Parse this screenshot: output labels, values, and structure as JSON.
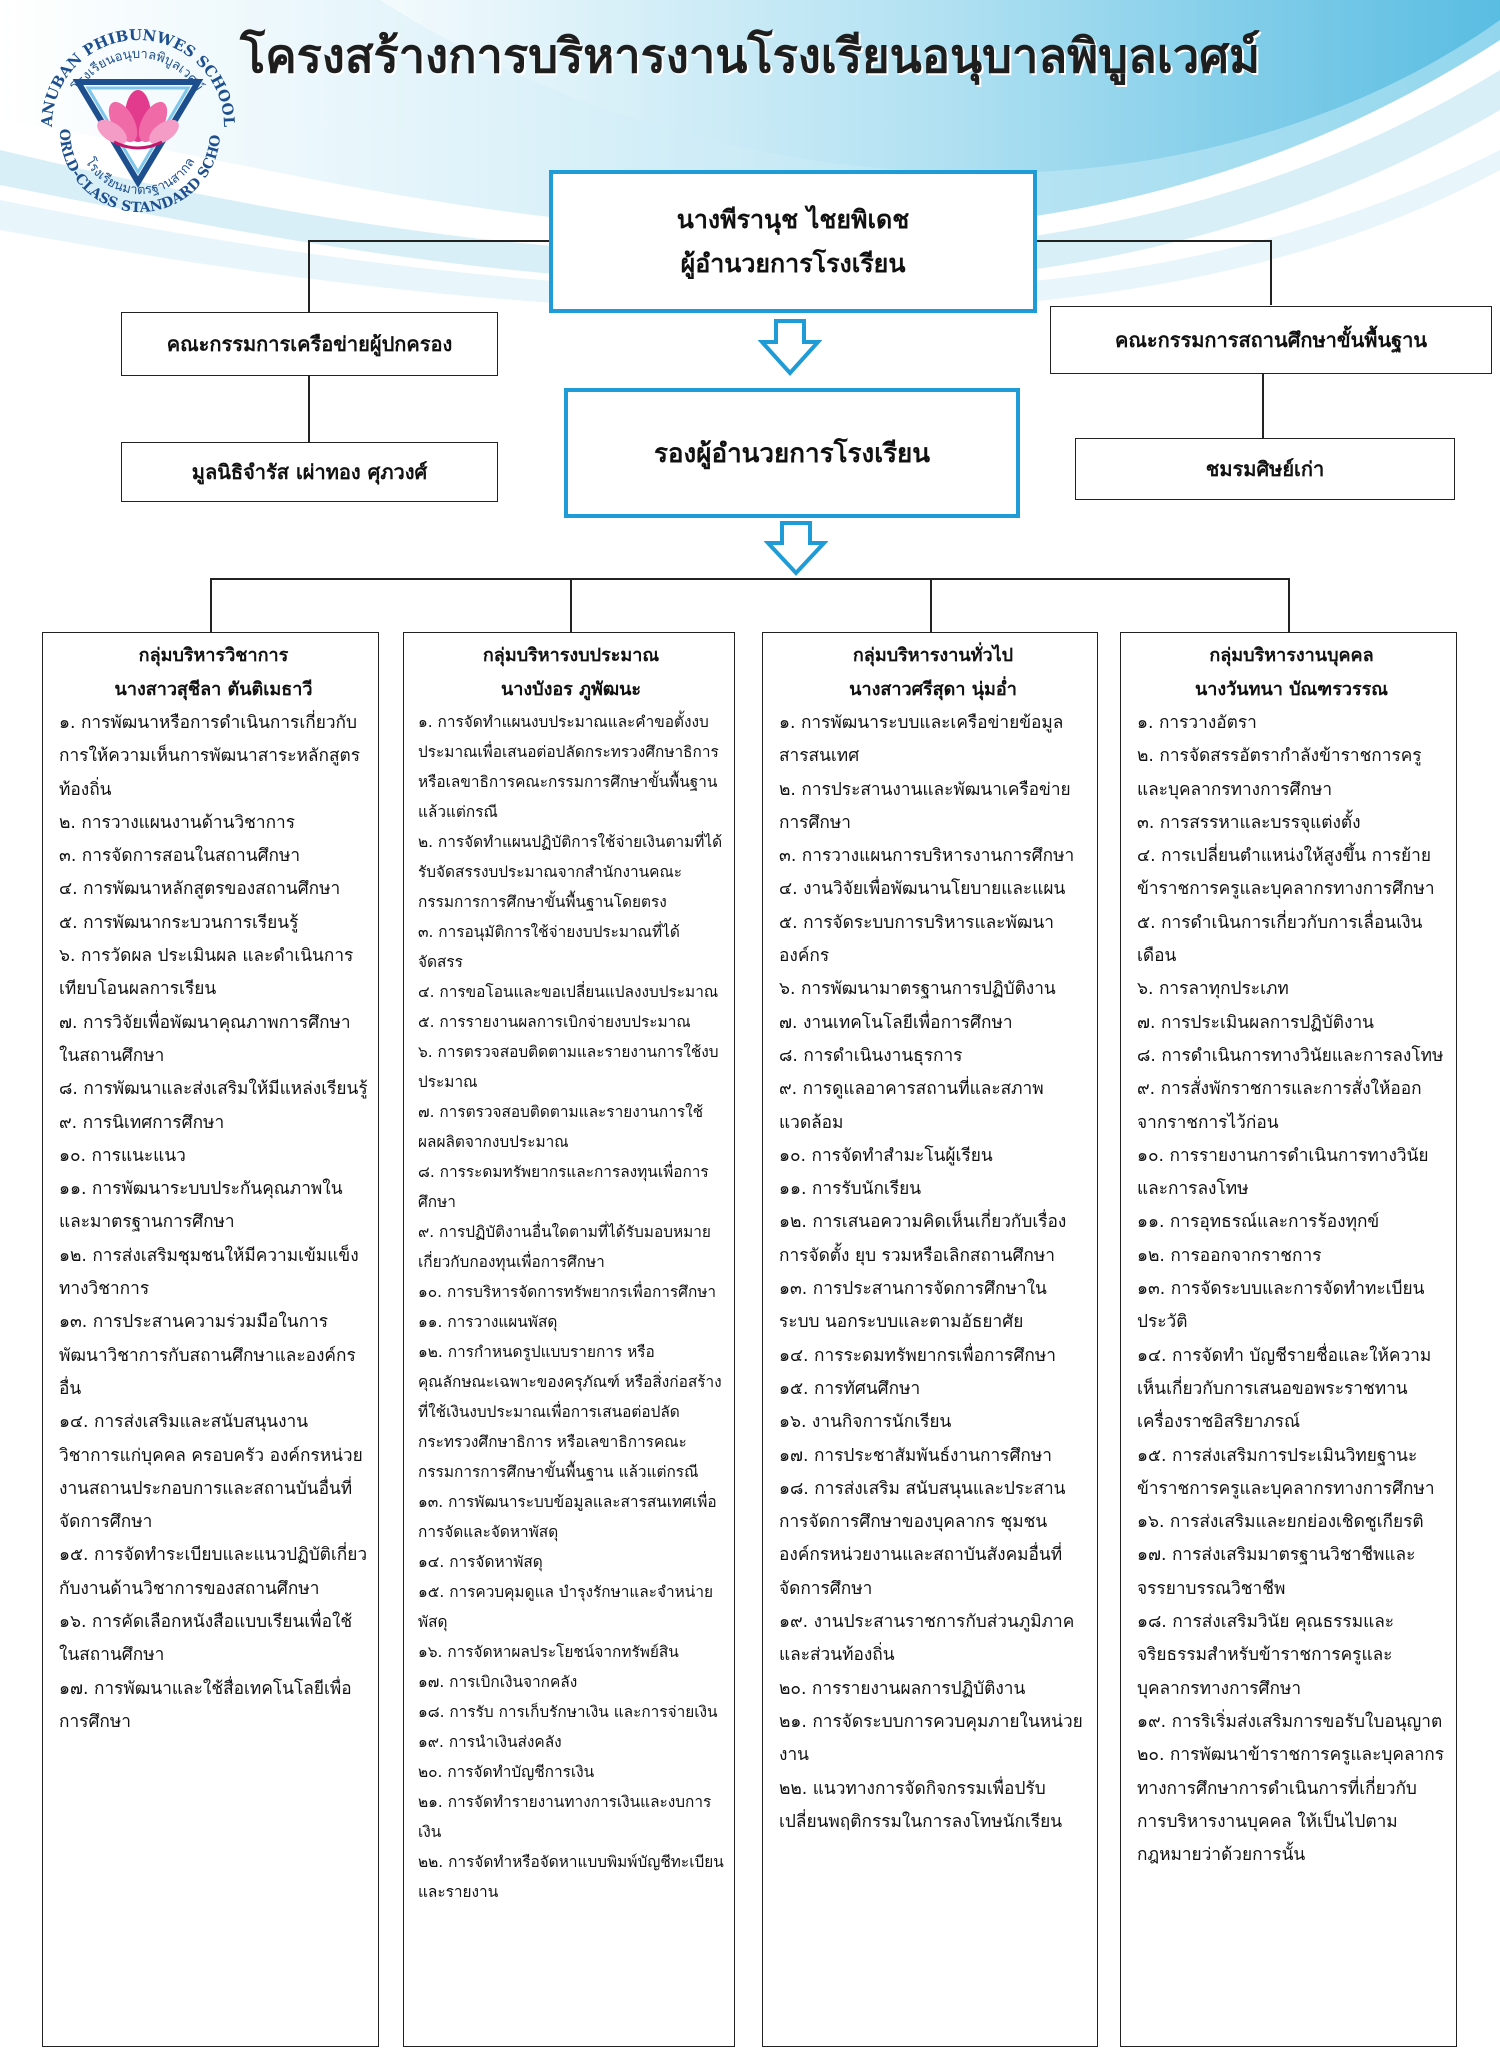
{
  "title": "โครงสร้างการบริหารงานโรงเรียนอนุบาลพิบูลเวศม์",
  "logo": {
    "top_text": "ANUBAN PHIBUNWES SCHOOL",
    "top_thai": "โรงเรียนอนุบาลพิบูลเวศม์",
    "bottom_thai": "โรงเรียนมาตรฐานสากล",
    "bottom_text": "WORLD-CLASS STANDARD SCHOOL"
  },
  "director": {
    "name": "นางพีรานุช  ไชยพิเดช",
    "position": "ผู้อำนวยการโรงเรียน"
  },
  "deputy": {
    "position": "รองผู้อำนวยการโรงเรียน"
  },
  "left_boxes": [
    "คณะกรรมการเครือข่ายผู้ปกครอง",
    "มูลนิธิจำรัส เผ่าทอง ศุภวงศ์"
  ],
  "right_boxes": [
    "คณะกรรมการสถานศึกษาขั้นพื้นฐาน",
    "ชมรมศิษย์เก่า"
  ],
  "groups": [
    {
      "title": "กลุ่มบริหารวิชาการ",
      "head": "นางสาวสุชีลา ตันติเมธาวี",
      "items": [
        "๑. การพัฒนาหรือการดำเนินการเกี่ยวกับการให้ความเห็นการพัฒนาสาระหลักสูตรท้องถิ่น",
        "๒. การวางแผนงานด้านวิชาการ",
        "๓. การจัดการสอนในสถานศึกษา",
        "๔. การพัฒนาหลักสูตรของสถานศึกษา",
        "๕. การพัฒนากระบวนการเรียนรู้",
        "๖. การวัดผล ประเมินผล และดำเนินการเทียบโอนผลการเรียน",
        "๗. การวิจัยเพื่อพัฒนาคุณภาพการศึกษาในสถานศึกษา",
        "๘. การพัฒนาและส่งเสริมให้มีแหล่งเรียนรู้",
        "๙. การนิเทศการศึกษา",
        "๑๐. การแนะแนว",
        "๑๑. การพัฒนาระบบประกันคุณภาพในและมาตรฐานการศึกษา",
        "๑๒. การส่งเสริมชุมชนให้มีความเข้มแข็งทางวิชาการ",
        "๑๓. การประสานความร่วมมือในการพัฒนาวิชาการกับสถานศึกษาและองค์กรอื่น",
        "๑๔. การส่งเสริมและสนับสนุนงานวิชาการแก่บุคคล ครอบครัว องค์กรหน่วยงานสถานประกอบการและสถานบันอื่นที่จัดการศึกษา",
        "๑๕. การจัดทำระเบียบและแนวปฏิบัติเกี่ยวกับงานด้านวิชาการของสถานศึกษา",
        "๑๖. การคัดเลือกหนังสือแบบเรียนเพื่อใช้ในสถานศึกษา",
        "๑๗. การพัฒนาและใช้สื่อเทคโนโลยีเพื่อการศึกษา"
      ]
    },
    {
      "title": "กลุ่มบริหารงบประมาณ",
      "head": "นางบังอร ภูพัฒนะ",
      "items": [
        "๑. การจัดทำแผนงบประมาณและคำขอตั้งงบประมาณเพื่อเสนอต่อปลัดกระทรวงศึกษาธิการ หรือเลขาธิการคณะกรรมการศึกษาขั้นพื้นฐานแล้วแต่กรณี",
        "๒. การจัดทำแผนปฏิบัติการใช้จ่ายเงินตามที่ได้รับจัดสรรงบประมาณจากสำนักงานคณะกรรมการการศึกษาขั้นพื้นฐานโดยตรง",
        "๓. การอนุมัติการใช้จ่ายงบประมาณที่ได้จัดสรร",
        "๔. การขอโอนและขอเปลี่ยนแปลงงบประมาณ",
        "๕. การรายงานผลการเบิกจ่ายงบประมาณ",
        "๖. การตรวจสอบติดตามและรายงานการใช้งบประมาณ",
        "๗. การตรวจสอบติดตามและรายงานการใช้ผลผลิตจากงบประมาณ",
        "๘. การระดมทรัพยากรและการลงทุนเพื่อการศึกษา",
        "๙. การปฏิบัติงานอื่นใดตามที่ได้รับมอบหมายเกี่ยวกับกองทุนเพื่อการศึกษา",
        "๑๐. การบริหารจัดการทรัพยากรเพื่อการศึกษา",
        "๑๑. การวางแผนพัสดุ",
        "๑๒. การกำหนดรูปแบบรายการ หรือคุณลักษณะเฉพาะของครุภัณฑ์ หรือสิ่งก่อสร้างที่ใช้เงินงบประมาณเพื่อการเสนอต่อปลัดกระทรวงศึกษาธิการ หรือเลขาธิการคณะกรรมการการศึกษาขั้นพื้นฐาน แล้วแต่กรณี",
        "๑๓. การพัฒนาระบบข้อมูลและสารสนเทศเพื่อการจัดและจัดหาพัสดุ",
        "๑๔. การจัดหาพัสดุ",
        "๑๕. การควบคุมดูแล บำรุงรักษาและจำหน่ายพัสดุ",
        "๑๖. การจัดหาผลประโยชน์จากทรัพย์สิน",
        "๑๗. การเบิกเงินจากคลัง",
        "๑๘. การรับ การเก็บรักษาเงิน และการจ่ายเงิน",
        "๑๙. การนำเงินส่งคลัง",
        "๒๐. การจัดทำบัญชีการเงิน",
        "๒๑. การจัดทำรายงานทางการเงินและงบการเงิน",
        "๒๒. การจัดทำหรือจัดหาแบบพิมพ์บัญชีทะเบียนและรายงาน"
      ]
    },
    {
      "title": "กลุ่มบริหารงานทั่วไป",
      "head": "นางสาวศรีสุดา นุ่มอ่ำ",
      "items": [
        "๑. การพัฒนาระบบและเครือข่ายข้อมูลสารสนเทศ",
        "๒. การประสานงานและพัฒนาเครือข่ายการศึกษา",
        "๓. การวางแผนการบริหารงานการศึกษา",
        "๔. งานวิจัยเพื่อพัฒนานโยบายและแผน",
        "๕. การจัดระบบการบริหารและพัฒนาองค์กร",
        "๖. การพัฒนามาตรฐานการปฏิบัติงาน",
        "๗. งานเทคโนโลยีเพื่อการศึกษา",
        "๘. การดำเนินงานธุรการ",
        "๙. การดูแลอาคารสถานที่และสภาพแวดล้อม",
        "๑๐. การจัดทำสำมะโนผู้เรียน",
        "๑๑. การรับนักเรียน",
        "๑๒. การเสนอความคิดเห็นเกี่ยวกับเรื่องการจัดตั้ง ยุบ รวมหรือเลิกสถานศึกษา",
        "๑๓. การประสานการจัดการศึกษาในระบบ นอกระบบและตามอัธยาศัย",
        "๑๔. การระดมทรัพยากรเพื่อการศึกษา",
        "๑๕. การทัศนศึกษา",
        "๑๖. งานกิจการนักเรียน",
        "๑๗. การประชาสัมพันธ์งานการศึกษา",
        "๑๘. การส่งเสริม สนับสนุนและประสานการจัดการศึกษาของบุคลากร ชุมชนองค์กรหน่วยงานและสถาบันสังคมอื่นที่จัดการศึกษา",
        "๑๙. งานประสานราชการกับส่วนภูมิภาคและส่วนท้องถิ่น",
        "๒๐. การรายงานผลการปฏิบัติงาน",
        "๒๑. การจัดระบบการควบคุมภายในหน่วยงาน",
        "๒๒. แนวทางการจัดกิจกรรมเพื่อปรับเปลี่ยนพฤติกรรมในการลงโทษนักเรียน"
      ]
    },
    {
      "title": "กลุ่มบริหารงานบุคคล",
      "head": "นางวันทนา บัณฑรวรรณ",
      "items": [
        "๑. การวางอัตรา",
        "๒. การจัดสรรอัตรากำลังข้าราชการครูและบุคลากรทางการศึกษา",
        "๓. การสรรหาและบรรจุแต่งตั้ง",
        "๔. การเปลี่ยนตำแหน่งให้สูงขึ้น การย้ายข้าราชการครูและบุคลากรทางการศึกษา",
        "๕. การดำเนินการเกี่ยวกับการเลื่อนเงินเดือน",
        "๖. การลาทุกประเภท",
        "๗. การประเมินผลการปฏิบัติงาน",
        "๘. การดำเนินการทางวินัยและการลงโทษ",
        "๙. การสั่งพักราชการและการสั่งให้ออกจากราชการไว้ก่อน",
        "๑๐. การรายงานการดำเนินการทางวินัยและการลงโทษ",
        "๑๑. การอุทธรณ์และการร้องทุกข์",
        "๑๒. การออกจากราชการ",
        "๑๓. การจัดระบบและการจัดทำทะเบียนประวัติ",
        "๑๔. การจัดทำ บัญชีรายชื่อและให้ความเห็นเกี่ยวกับการเสนอขอพระราชทานเครื่องราชอิสริยาภรณ์",
        "๑๕. การส่งเสริมการประเมินวิทยฐานะข้าราชการครูและบุคลากรทางการศึกษา",
        "๑๖. การส่งเสริมและยกย่องเชิดชูเกียรติ",
        "๑๗. การส่งเสริมมาตรฐานวิชาชีพและจรรยาบรรณวิชาชีพ",
        "๑๘. การส่งเสริมวินัย คุณธรรมและจริยธรรมสำหรับข้าราชการครูและบุคลากรทางการศึกษา",
        "๑๙. การริเริ่มส่งเสริมการขอรับใบอนุญาต",
        "๒๐. การพัฒนาข้าราชการครูและบุคลากรทางการศึกษาการดำเนินการที่เกี่ยวกับการบริหารงานบุคคล ให้เป็นไปตามกฎหมายว่าด้วยการนั้น"
      ]
    }
  ]
}
